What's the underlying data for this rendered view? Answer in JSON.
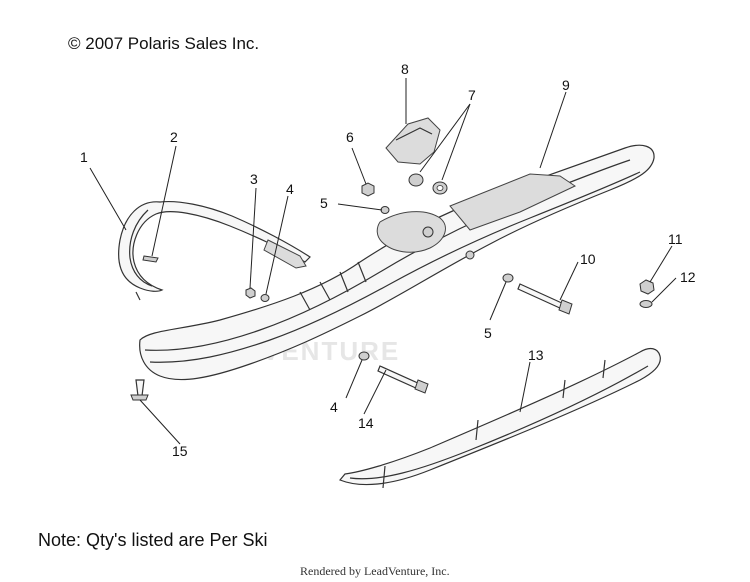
{
  "header": {
    "copyright": "© 2007 Polaris Sales Inc."
  },
  "footer": {
    "note": "Note: Qty's listed are Per Ski",
    "rendered_by": "Rendered by LeadVenture, Inc."
  },
  "watermark": {
    "text": "VENTURE"
  },
  "callouts": [
    {
      "id": "c1",
      "label": "1"
    },
    {
      "id": "c2",
      "label": "2"
    },
    {
      "id": "c3",
      "label": "3"
    },
    {
      "id": "c4a",
      "label": "4"
    },
    {
      "id": "c4b",
      "label": "4"
    },
    {
      "id": "c5a",
      "label": "5"
    },
    {
      "id": "c5b",
      "label": "5"
    },
    {
      "id": "c6",
      "label": "6"
    },
    {
      "id": "c7",
      "label": "7"
    },
    {
      "id": "c8",
      "label": "8"
    },
    {
      "id": "c9",
      "label": "9"
    },
    {
      "id": "c10",
      "label": "10"
    },
    {
      "id": "c11",
      "label": "11"
    },
    {
      "id": "c12",
      "label": "12"
    },
    {
      "id": "c13",
      "label": "13"
    },
    {
      "id": "c14",
      "label": "14"
    },
    {
      "id": "c15",
      "label": "15"
    }
  ]
}
